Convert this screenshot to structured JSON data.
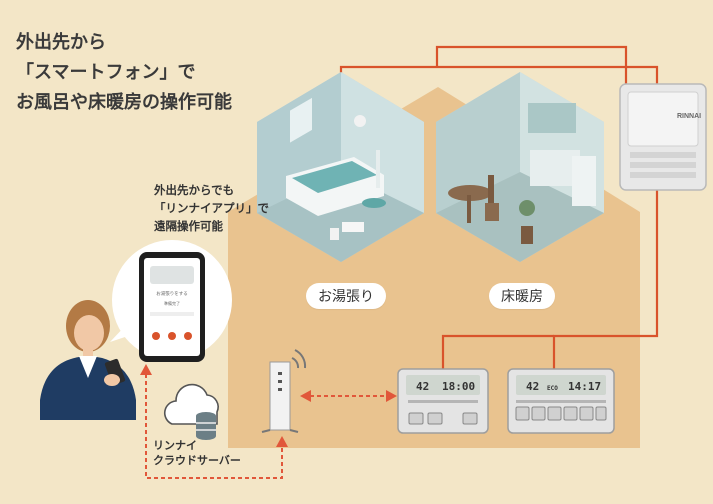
{
  "headline": {
    "line1": "外出先から",
    "line2": "「スマートフォン」で",
    "line3": "お風呂や床暖房の操作可能"
  },
  "bubble": {
    "line1": "外出先からでも",
    "line2": "「リンナイアプリ」で",
    "line3": "遠隔操作可能"
  },
  "rooms": {
    "bath_label": "お湯張り",
    "floor_label": "床暖房"
  },
  "server": {
    "line1": "リンナイ",
    "line2": "クラウドサーバー"
  },
  "water_heater": {
    "brand": "RINNAI"
  },
  "bath_remote": {
    "temp": "42",
    "time": "18:00"
  },
  "kitchen_remote": {
    "temp": "42",
    "mode": "ECO",
    "time": "14:17"
  },
  "phone_app": {
    "screen_title": "お湯張りをする",
    "sub_text": "準備完了"
  },
  "colors": {
    "background": "#f3e6c7",
    "house": "#e9c38f",
    "connection_line": "#d9532b",
    "arrow": "#e1573a"
  }
}
